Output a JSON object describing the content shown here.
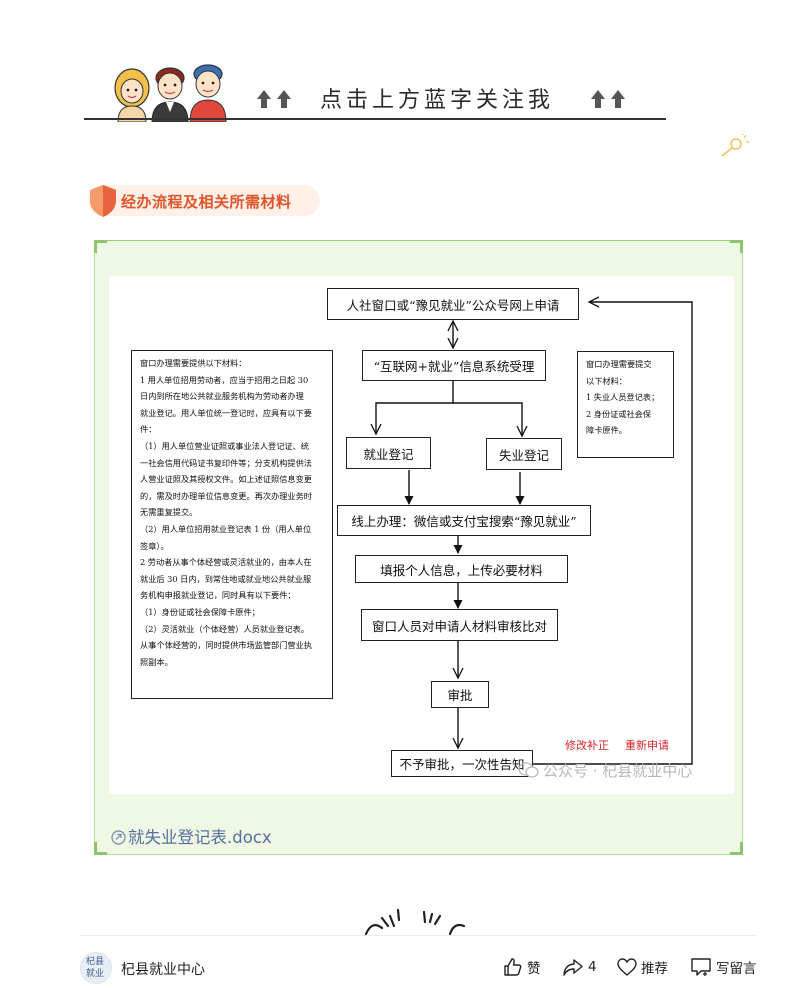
{
  "banner": {
    "title": "点击上方蓝字关注我",
    "icons": [
      "cartoon-people-illustration",
      "double-up-arrow-icon"
    ]
  },
  "section": {
    "title": "经办流程及相关所需材料",
    "icon": "shield-icon",
    "accent_color": "#e0552a"
  },
  "flowchart": {
    "nodes": {
      "apply": "人社窗口或“豫见就业”公众号网上申请",
      "system": "“互联网+就业”信息系统受理",
      "employment": "就业登记",
      "unemployment": "失业登记",
      "online": "线上办理：微信或支付宝搜索“豫见就业”",
      "fill": "填报个人信息，上传必要材料",
      "review": "窗口人员对申请人材料审核比对",
      "approve": "审批",
      "reject": "不予审批，一次性告知"
    },
    "left_note": [
      "窗口办理需要提供以下材料：",
      "1 用人单位招用劳动者，应当于招用之日起 30",
      "日内到所在地公共就业服务机构为劳动者办理",
      "就业登记。用人单位统一登记时，应具有以下要",
      "件：",
      "（1）用人单位营业证照或事业法人登记证、统",
      "一社会信用代码证书复印件等；分支机构提供法",
      "人营业证照及其授权文件。如上述证照信息变更",
      "的，需及时办理单位信息变更。再次办理业务时",
      "无需重复提交。",
      "（2）用人单位招用就业登记表 1 份（用人单位",
      "签章）。",
      "2 劳动者从事个体经营或灵活就业的，由本人在",
      "就业后 30 日内，到常住地或就业地公共就业服",
      "务机构申报就业登记，同时具有以下要件：",
      "（1）身份证或社会保障卡原件；",
      "（2）灵活就业（个体经营）人员就业登记表。",
      "从事个体经营的，同时提供市场监管部门营业执",
      "照副本。"
    ],
    "right_note": [
      "窗口办理需要提交",
      "以下材料：",
      "1 失业人员登记表；",
      "2 身份证或社会保",
      "障卡原件。"
    ],
    "red_labels": [
      "修改补正",
      "重新申请"
    ],
    "red_color": "#d8232a",
    "watermark": "公众号 · 杞县就业中心"
  },
  "attachment": {
    "filename": "就失业登记表.docx",
    "icon": "link-icon"
  },
  "footer": {
    "avatar_text": [
      "杞县",
      "就业"
    ],
    "account_name": "杞县就业中心",
    "like_label": "赞",
    "share_count": "4",
    "recommend_label": "推荐",
    "comment_label": "写留言"
  }
}
